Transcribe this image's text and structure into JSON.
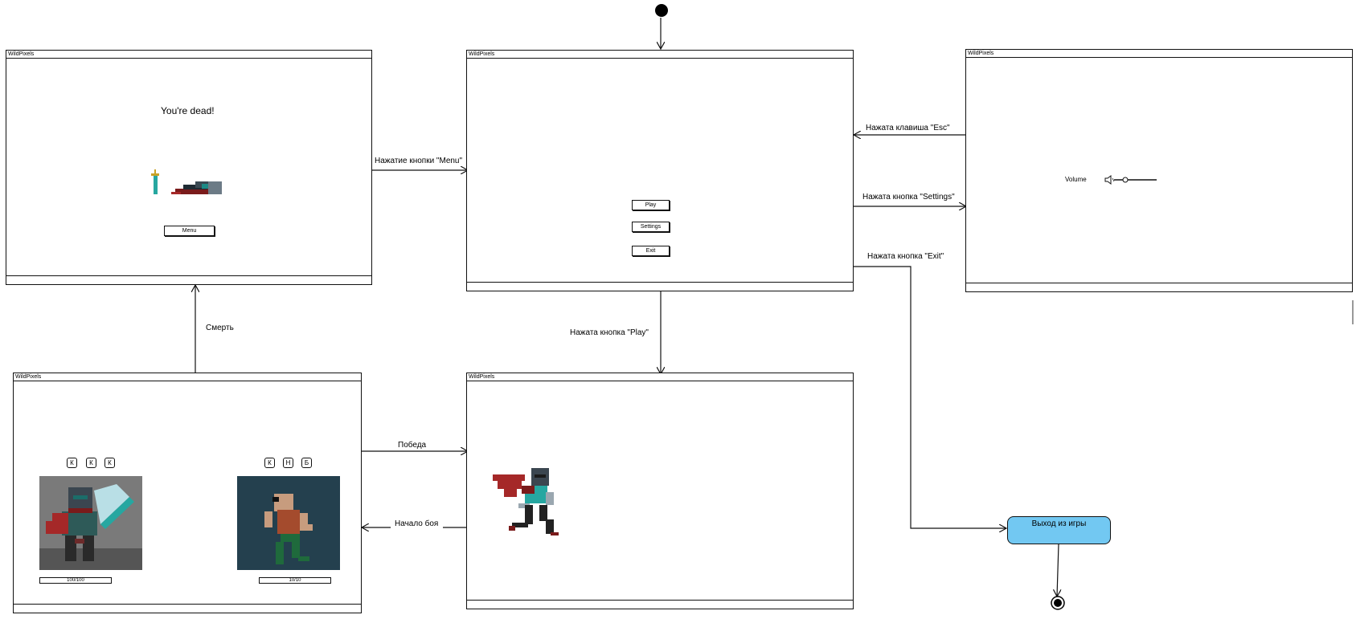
{
  "window_title": "WildPixels",
  "dead_screen": {
    "message": "You're dead!",
    "menu_button": "Menu"
  },
  "main_menu": {
    "play_button": "Play",
    "settings_button": "Settings",
    "exit_button": "Exit"
  },
  "settings_screen": {
    "volume_label": "Volume"
  },
  "battle_screen": {
    "player_keys": [
      "К",
      "К",
      "К"
    ],
    "enemy_keys": [
      "К",
      "Н",
      "Б"
    ],
    "player_hp": "100/100",
    "enemy_hp": "10/10"
  },
  "transitions": {
    "menu_press": "Нажатие кнопки \"Menu\"",
    "esc_press": "Нажата клавиша \"Esc\"",
    "settings_press": "Нажата кнопка \"Settings\"",
    "exit_press": "Нажата кнопка \"Exit\"",
    "play_press": "Нажата кнопка \"Play\"",
    "death": "Смерть",
    "victory": "Победа",
    "battle_start": "Начало боя"
  },
  "exit_node": {
    "label": "Выход из игры",
    "color": "#72c8f2"
  }
}
